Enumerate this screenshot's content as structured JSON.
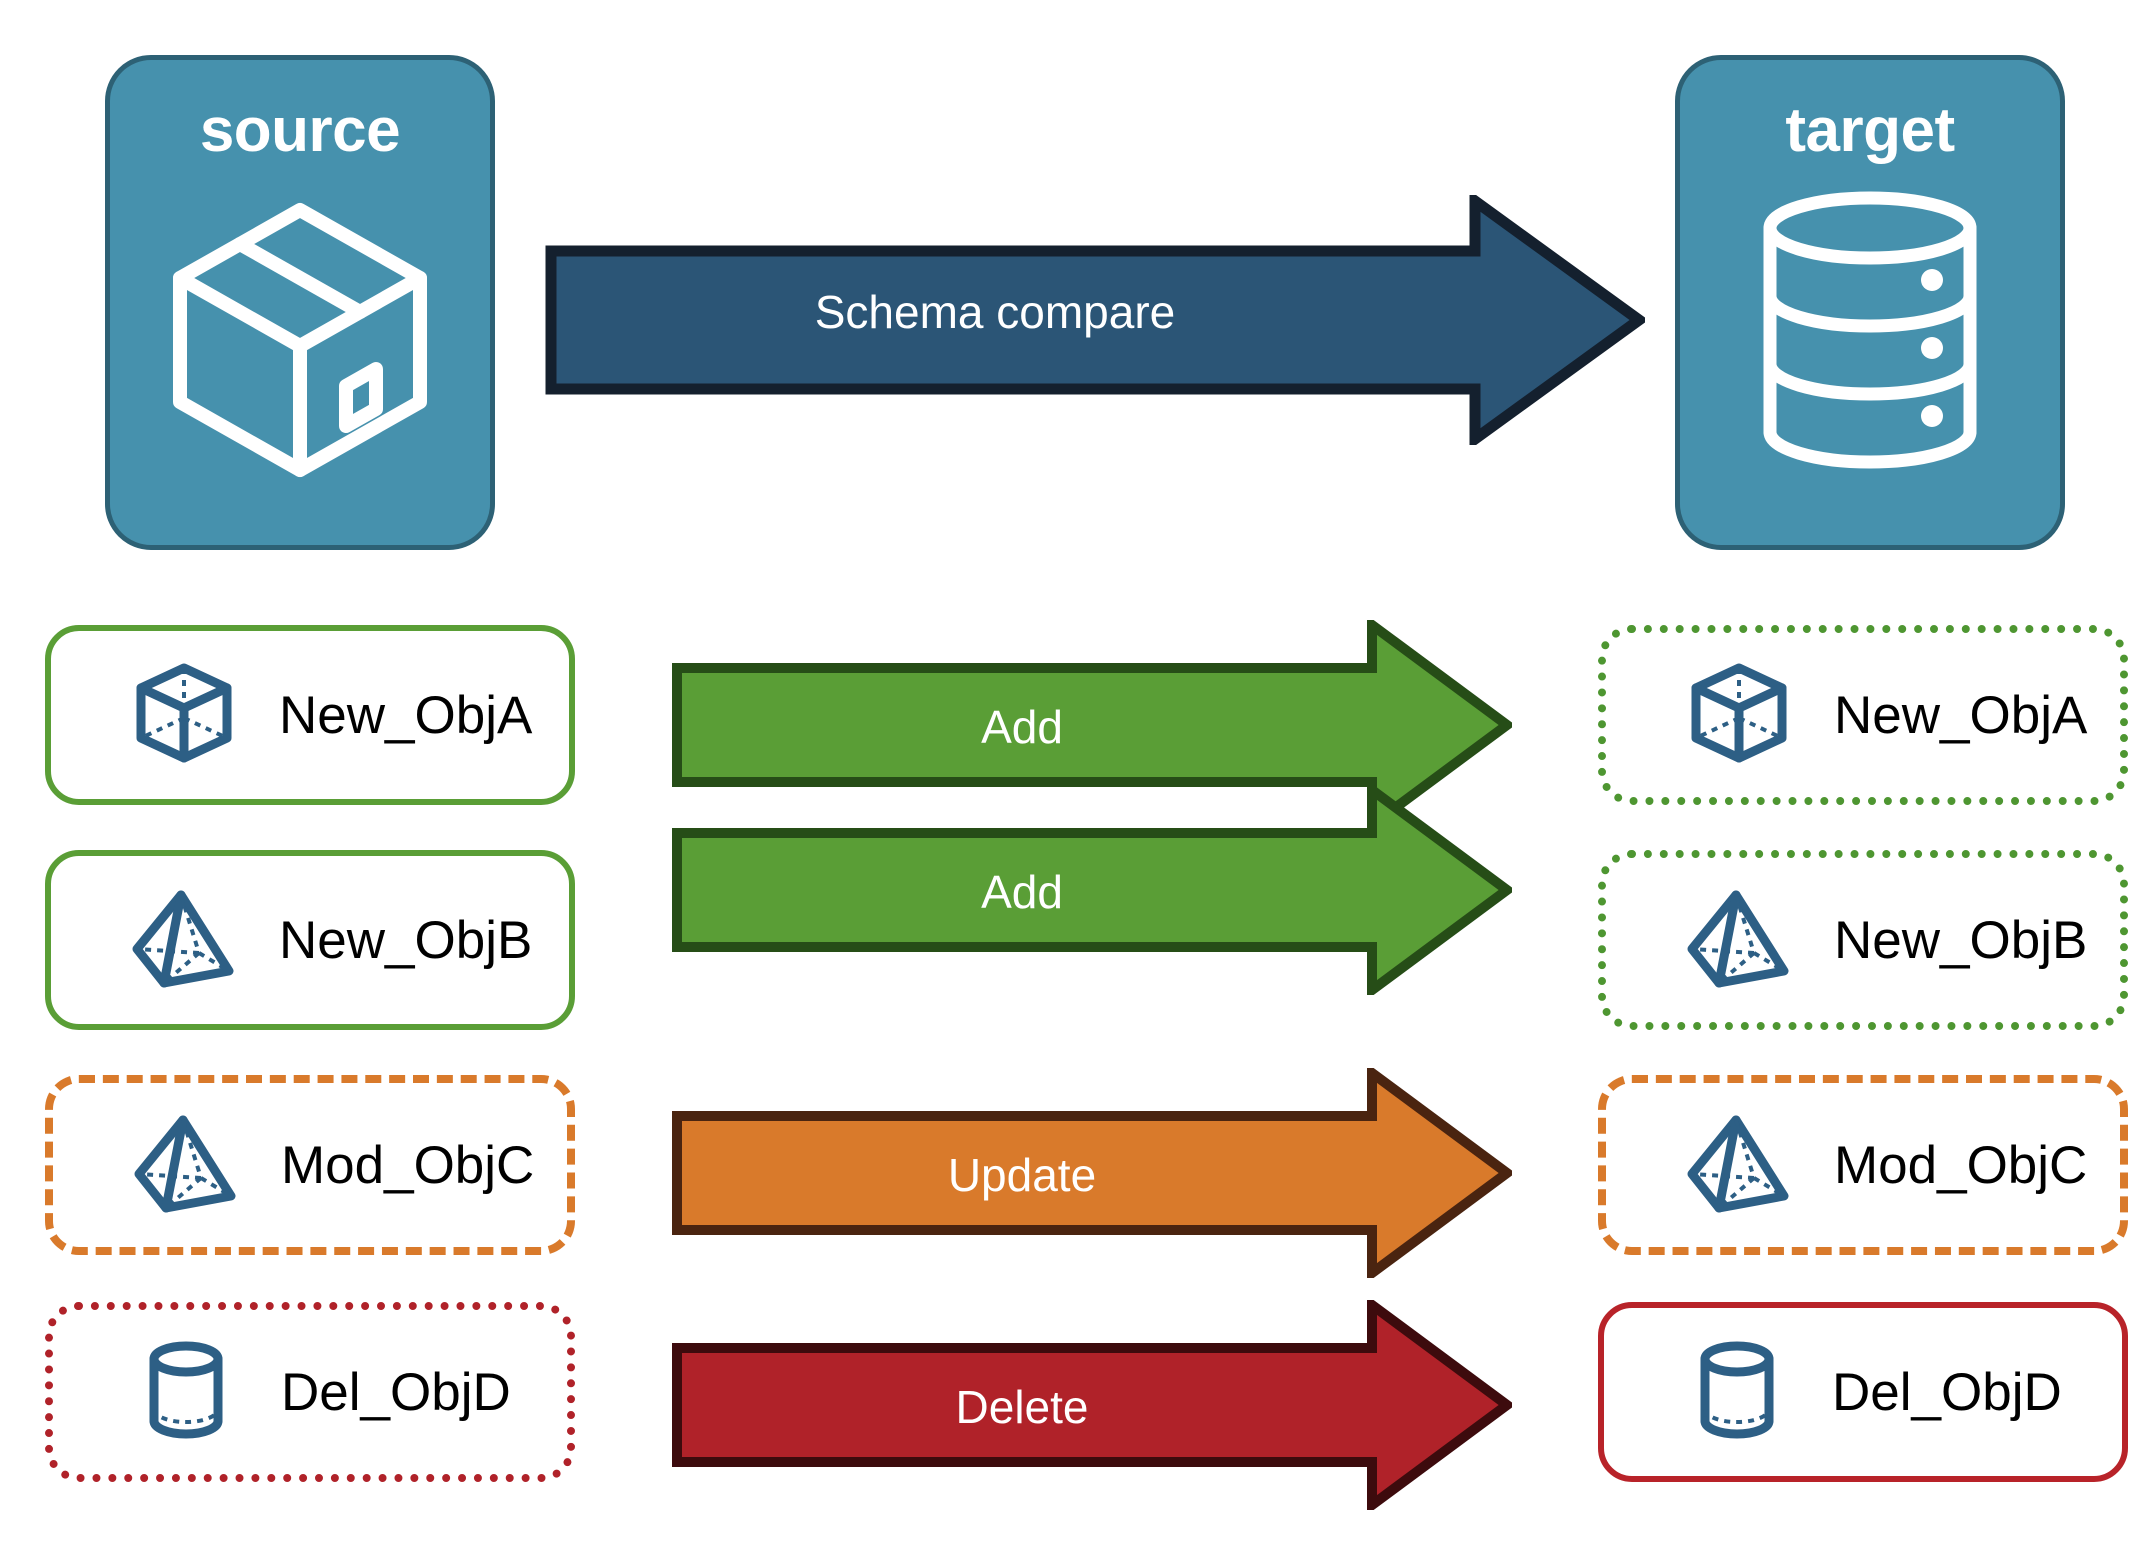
{
  "endpoints": {
    "source": {
      "title": "source",
      "icon": "package-box-icon",
      "fill": "#4691ad",
      "stroke": "#2d6175"
    },
    "target": {
      "title": "target",
      "icon": "database-cylinder-icon",
      "fill": "#4691ad",
      "stroke": "#2d6175"
    }
  },
  "main_arrow": {
    "label": "Schema compare",
    "fill": "#2b5576",
    "stroke": "#14202e",
    "direction": "right"
  },
  "colors": {
    "add_green": "#5a9e36",
    "add_green_dark": "#264d17",
    "update_orange": "#d97a2b",
    "update_orange_dark": "#4a2410",
    "delete_red": "#b02229",
    "delete_red_dark": "#3d0b0d",
    "object_icon_blue": "#2d5f85",
    "endpoint_blue": "#4691ad",
    "endpoint_blue_dark": "#2d6175"
  },
  "rows": [
    {
      "action": "Add",
      "arrow_fill": "#5a9e36",
      "arrow_stroke": "#264d17",
      "source": {
        "label": "New_ObjA",
        "icon": "wireframe-cube-icon",
        "border_style": "solid",
        "border_color": "#5a9e36"
      },
      "target": {
        "label": "New_ObjA",
        "icon": "wireframe-cube-icon",
        "border_style": "dotted",
        "border_color": "#4e9631"
      }
    },
    {
      "action": "Add",
      "arrow_fill": "#5a9e36",
      "arrow_stroke": "#264d17",
      "source": {
        "label": "New_ObjB",
        "icon": "wireframe-pyramid-icon",
        "border_style": "solid",
        "border_color": "#5a9e36"
      },
      "target": {
        "label": "New_ObjB",
        "icon": "wireframe-pyramid-icon",
        "border_style": "dotted",
        "border_color": "#4e9631"
      }
    },
    {
      "action": "Update",
      "arrow_fill": "#d97a2b",
      "arrow_stroke": "#4a2410",
      "source": {
        "label": "Mod_ObjC",
        "icon": "wireframe-pyramid-icon",
        "border_style": "dashed",
        "border_color": "#d97a2b"
      },
      "target": {
        "label": "Mod_ObjC",
        "icon": "wireframe-pyramid-icon",
        "border_style": "dashed",
        "border_color": "#d97a2b"
      }
    },
    {
      "action": "Delete",
      "arrow_fill": "#b02229",
      "arrow_stroke": "#3d0b0d",
      "source": {
        "label": "Del_ObjD",
        "icon": "wireframe-cylinder-icon",
        "border_style": "dotted",
        "border_color": "#b02229"
      },
      "target": {
        "label": "Del_ObjD",
        "icon": "wireframe-cylinder-icon",
        "border_style": "solid",
        "border_color": "#b82329"
      }
    }
  ]
}
